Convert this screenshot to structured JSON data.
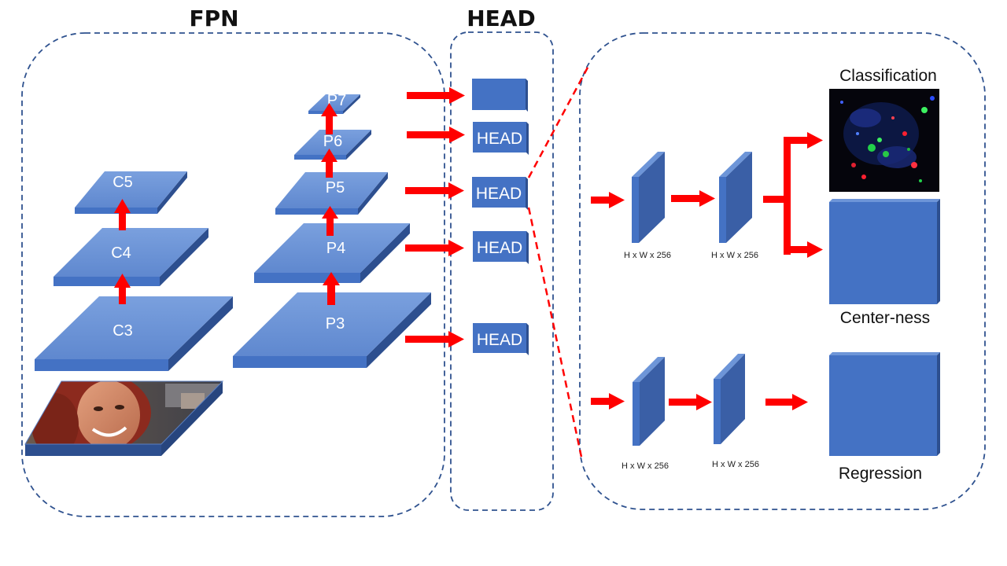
{
  "titles": {
    "fpn": "FPN",
    "head": "HEAD"
  },
  "backbone_layers": {
    "c3": "C3",
    "c4": "C4",
    "c5": "C5"
  },
  "pyramid_layers": {
    "p3": "P3",
    "p4": "P4",
    "p5": "P5",
    "p6": "P6",
    "p7": "P7"
  },
  "head_blocks": {
    "label": "HEAD",
    "p7_label": ""
  },
  "branch": {
    "top": {
      "dims_1": "H x W x 256",
      "dims_2": "H x W x 256"
    },
    "bottom": {
      "dims_1": "H x W x 256",
      "dims_2": "H x W x 256"
    }
  },
  "outputs": {
    "classification": "Classification",
    "centerness": "Center-ness",
    "regression": "Regression"
  },
  "colors": {
    "block_top": "#6d95d8",
    "block_side": "#2d4f8f",
    "block_front": "#4472c4",
    "arrow": "#ff0000",
    "dashed_border": "#2f528f"
  }
}
